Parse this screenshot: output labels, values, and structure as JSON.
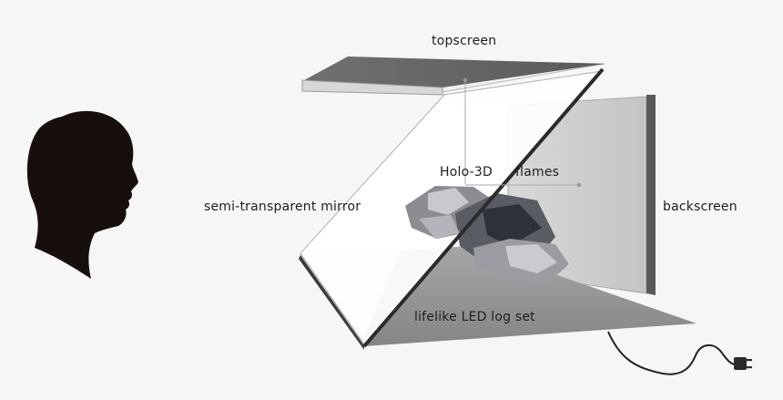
{
  "labels": {
    "topscreen": "topscreen",
    "holo": "Holo-3D",
    "flames": "flames",
    "mirror": "semi-transparent mirror",
    "backscreen": "backscreen",
    "logset": "lifelike LED log set"
  },
  "icons": {
    "viewer": "head-silhouette-icon",
    "plug": "power-plug-icon"
  },
  "colors": {
    "background": "#f6f6f6",
    "silhouette": "#170f0d",
    "panel_dark": "#6a6a6a",
    "panel_light": "#c9c9c9",
    "mirror_frame": "#2b2b2b",
    "floor": "#8e8e8e",
    "text": "#1e1e1e"
  }
}
